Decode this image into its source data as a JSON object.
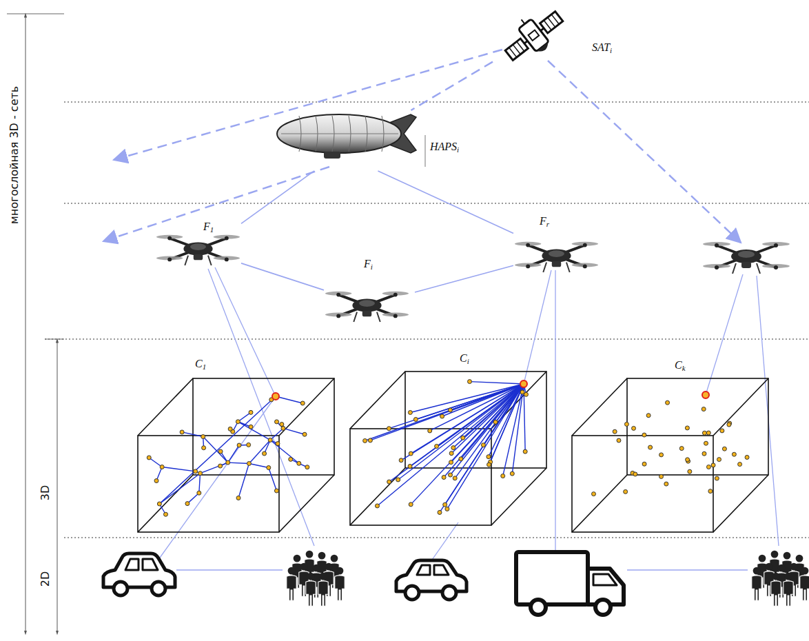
{
  "diagram": {
    "nodes": [
      {
        "text": [
          "SATi"
        ]
      },
      {
        "text": [
          "HAPSi"
        ]
      },
      {
        "text": [
          "F1"
        ]
      },
      {
        "text": [
          "Fi"
        ]
      },
      {
        "text": [
          "Fr"
        ]
      },
      {
        "text": [
          "C1"
        ]
      },
      {
        "text": [
          "Ci"
        ]
      },
      {
        "text": [
          "Ck"
        ]
      }
    ],
    "edges": [
      {
        "from": 0,
        "to": 1,
        "arrow": "none"
      },
      {
        "from": 1,
        "to": 2,
        "arrow": "none"
      },
      {
        "from": 1,
        "to": 4,
        "arrow": "none"
      },
      {
        "from": 2,
        "to": 3,
        "arrow": "none"
      },
      {
        "from": 3,
        "to": 4,
        "arrow": "none"
      }
    ],
    "labels": [
      "многослойная 3D - сеть",
      "3D",
      "2D"
    ]
  }
}
